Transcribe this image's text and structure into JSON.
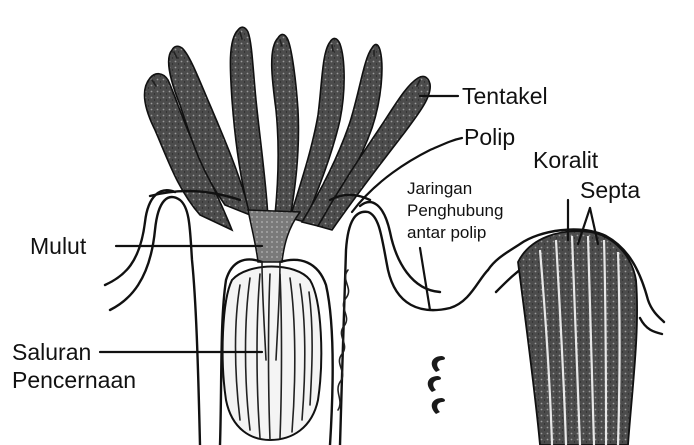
{
  "labels": {
    "tentakel": "Tentakel",
    "polip": "Polip",
    "koralit": "Koralit",
    "septa": "Septa",
    "jaringan_1": "Jaringan",
    "jaringan_2": "Penghubung",
    "jaringan_3": "antar polip",
    "mulut": "Mulut",
    "saluran_1": "Saluran",
    "saluran_2": "Pencernaan"
  },
  "colors": {
    "ink": "#111111",
    "tentacle_fill": "#5a5a5a",
    "body_shade": "#e6e6e6",
    "background": "#ffffff"
  }
}
